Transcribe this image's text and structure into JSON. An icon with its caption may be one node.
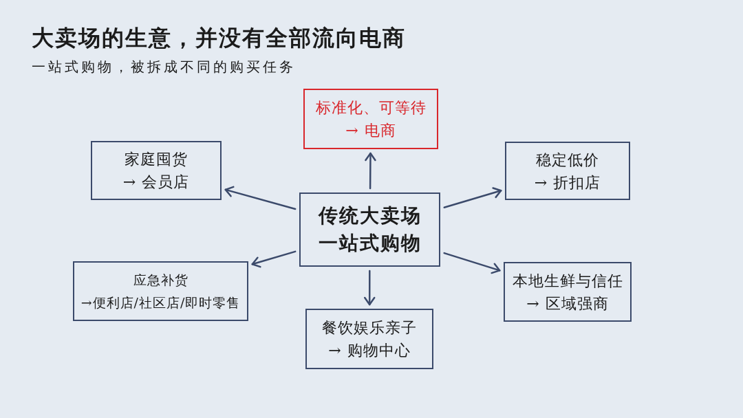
{
  "diagram": {
    "title": "大卖场的生意，并没有全部流向电商",
    "nodes": [
      {
        "text": [
          "标准化、可等待",
          "→ 电商"
        ]
      },
      {
        "text": [
          "家庭囤货",
          "→ 会员店"
        ]
      },
      {
        "text": [
          "稳定低价",
          "→ 折扣店"
        ]
      },
      {
        "text": [
          "传统大卖场",
          "一站式购物"
        ]
      },
      {
        "text": [
          "应急补货",
          "→便利店/社区店/即时零售"
        ]
      },
      {
        "text": [
          "本地生鲜与信任",
          "→ 区域强商"
        ]
      },
      {
        "text": [
          "餐饮娱乐亲子",
          "→ 购物中心"
        ]
      }
    ],
    "edges": [
      {
        "from": 3,
        "to": 0,
        "arrow": "to"
      },
      {
        "from": 3,
        "to": 1,
        "arrow": "to"
      },
      {
        "from": 3,
        "to": 2,
        "arrow": "to"
      },
      {
        "from": 3,
        "to": 4,
        "arrow": "to"
      },
      {
        "from": 3,
        "to": 5,
        "arrow": "to"
      },
      {
        "from": 3,
        "to": 6,
        "arrow": "to"
      }
    ],
    "labels": [
      "一站式购物，被拆成不同的购买任务"
    ]
  }
}
